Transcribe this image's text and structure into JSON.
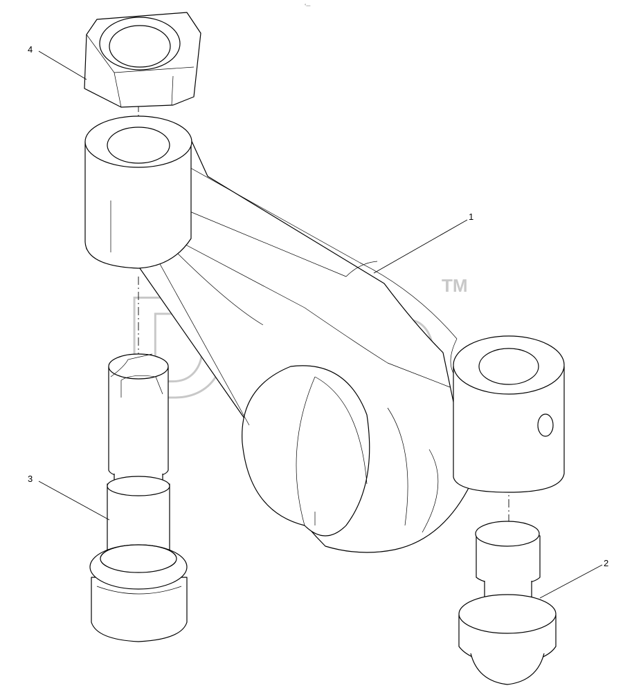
{
  "watermark": {
    "text": "Diab",
    "tm": "TM"
  },
  "header_mark": "°—",
  "callouts": [
    {
      "id": "1",
      "label": "1"
    },
    {
      "id": "2",
      "label": "2"
    },
    {
      "id": "3",
      "label": "3"
    },
    {
      "id": "4",
      "label": "4"
    }
  ],
  "parts": {
    "rocker_arm": "rocker-arm",
    "adjusting_screw": "adjusting-screw",
    "push_rod_socket": "push-rod-socket",
    "lock_nut": "lock-nut"
  },
  "colors": {
    "line": "#000000",
    "watermark": "#c8c8c8",
    "background": "#ffffff"
  }
}
